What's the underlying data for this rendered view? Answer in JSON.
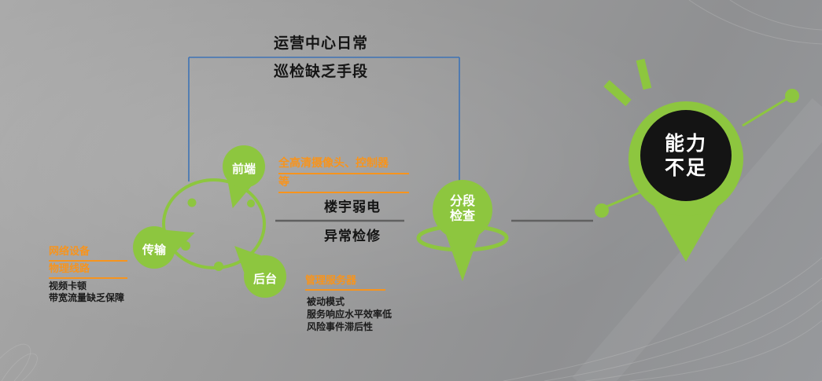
{
  "colors": {
    "green": "#8dc63f",
    "orange": "#f7941d",
    "blue": "#3e73b5",
    "connector_gray": "#606060",
    "text_black": "#151515",
    "pin_text_white": "#ffffff",
    "result_circle_black": "#141414"
  },
  "title": {
    "line1": "运营中心日常",
    "line2": "巡检缺乏手段"
  },
  "cluster": {
    "front": {
      "label": "前端",
      "desc_line1": "全高清摄像头、控制器",
      "desc_line2": "等"
    },
    "transmission": {
      "label": "传输",
      "tags": [
        "网络设备",
        "物理线路"
      ],
      "notes": [
        "视频卡顿",
        "带宽流量缺乏保障"
      ]
    },
    "backend": {
      "label": "后台",
      "tag": "管理服务器",
      "notes": [
        "被动模式",
        "服务响应水平效率低",
        "风险事件滞后性"
      ]
    }
  },
  "center_text": {
    "line1": "楼宇弱电",
    "line2": "异常检修"
  },
  "inspection_pin": {
    "line1": "分段",
    "line2": "检查"
  },
  "result_pin": {
    "line1": "能力",
    "line2": "不足"
  }
}
